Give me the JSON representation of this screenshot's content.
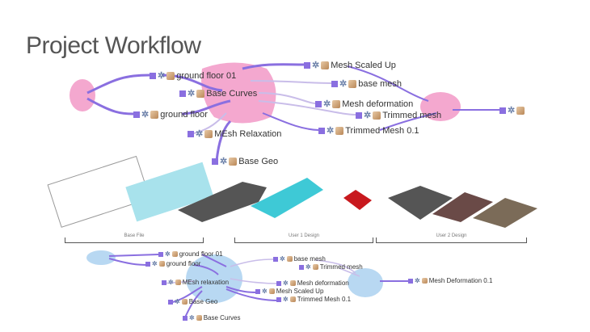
{
  "title": "Project Workflow",
  "colors": {
    "wire": "#8a6fe0",
    "wire_light": "#c9bde9",
    "top_cluster": "#f4a8cf",
    "bottom_cluster": "#b8d8f2"
  },
  "top_graph": {
    "nodes": [
      "ground floor 01",
      "Base Curves",
      "ground floor",
      "MEsh Relaxation",
      "Base Geo",
      "Mesh Scaled Up",
      "base mesh",
      "Mesh deformation",
      "Trimmed mesh",
      "Trimmed Mesh 0.1",
      ""
    ]
  },
  "sections": [
    "Base File",
    "User 1 Design",
    "User 2 Design"
  ],
  "bottom_graph": {
    "nodes": [
      "ground floor 01",
      "ground floor",
      "MEsh relaxation",
      "Base Geo",
      "Base Curves",
      "base mesh",
      "Trimmed mesh",
      "Mesh deformation",
      "Mesh Scaled Up",
      "Trimmed Mesh 0.1",
      "Mesh Deformation 0.1"
    ]
  }
}
